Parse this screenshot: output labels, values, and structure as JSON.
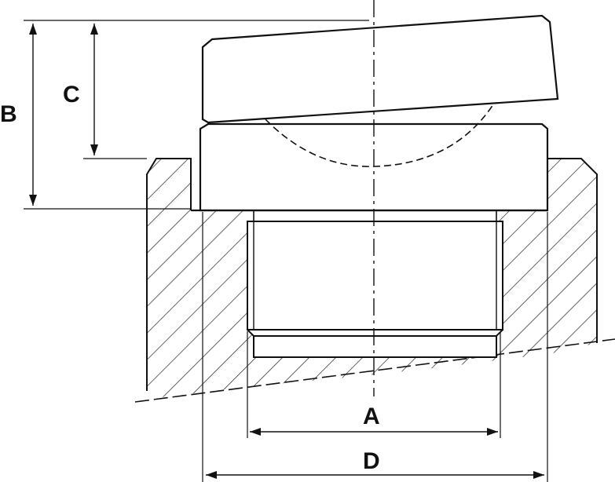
{
  "diagram": {
    "labels": {
      "A": "A",
      "B": "B",
      "C": "C",
      "D": "D"
    },
    "colors": {
      "line": "#111111",
      "hatch": "#222222",
      "background": "#ffffff"
    }
  }
}
